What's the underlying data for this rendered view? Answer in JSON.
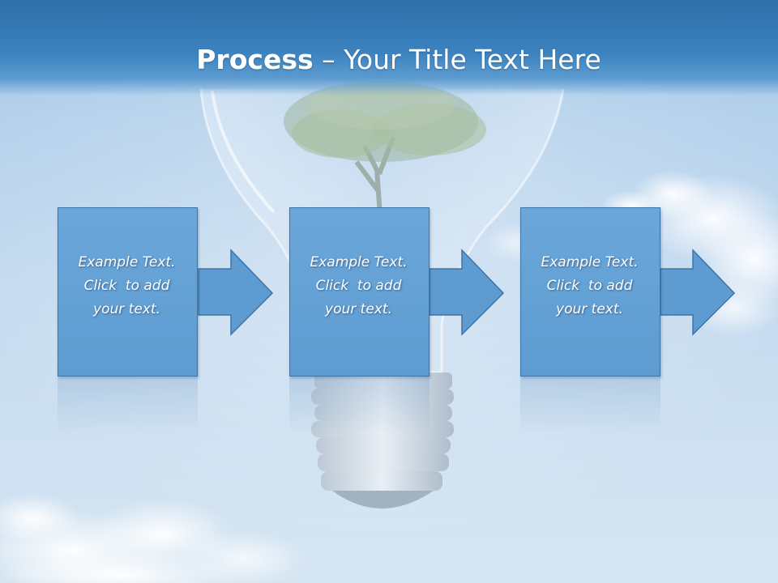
{
  "slide": {
    "title_bold": "Process",
    "title_rest": "– Your Title Text Here",
    "background": "sky with clouds and light bulb containing a tree",
    "accent_color": "#5d9bd1",
    "title_band_color": "#3b82bf"
  },
  "steps": [
    {
      "line1": "Example Text.",
      "line2": "Click  to add",
      "line3": "your text."
    },
    {
      "line1": "Example Text.",
      "line2": "Click  to add",
      "line3": "your text."
    },
    {
      "line1": "Example Text.",
      "line2": "Click  to add",
      "line3": "your text."
    }
  ]
}
